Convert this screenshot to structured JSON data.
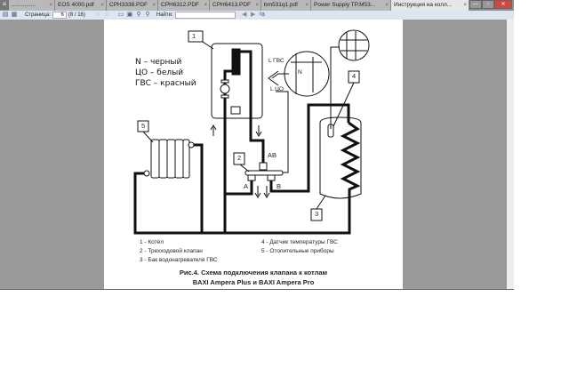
{
  "tabs": [
    {
      "label": "..............."
    },
    {
      "label": "EOS 4000.pdf"
    },
    {
      "label": "CPH3338.PDF"
    },
    {
      "label": "CPH6312.PDF"
    },
    {
      "label": "CPH6413.PDF"
    },
    {
      "label": "bm531q1.pdf"
    },
    {
      "label": "Power Supply TP.M53..."
    },
    {
      "label": "Инструкция на колл...",
      "active": true
    }
  ],
  "toolbar": {
    "page_label": "Страница:",
    "page_value": "6",
    "page_count": "(8 / 16)",
    "find_label": "Найти:",
    "find_value": ""
  },
  "diagram": {
    "color_key": [
      "N – черный",
      "ЦО – белый",
      "ГВС – красный"
    ],
    "labels": {
      "box1": "1",
      "box2": "2",
      "box3": "3",
      "box4": "4",
      "box5": "5",
      "lgvs": "L ГВС",
      "lco": "L ЦО",
      "n": "N",
      "ab": "AB",
      "a": "A",
      "b": "B"
    },
    "legend_left": [
      "1 - Котёл",
      "2 - Трехходовой клапан",
      "3 - Бак водонагревателя ГВС"
    ],
    "legend_right": [
      "4 - Датчик температуры ГВС",
      "5 - Отопительные приборы"
    ],
    "caption": [
      "Рис.4. Схема подключения клапана к котлам",
      "BAXI Ampera Plus и BAXI Ampera Pro"
    ]
  }
}
